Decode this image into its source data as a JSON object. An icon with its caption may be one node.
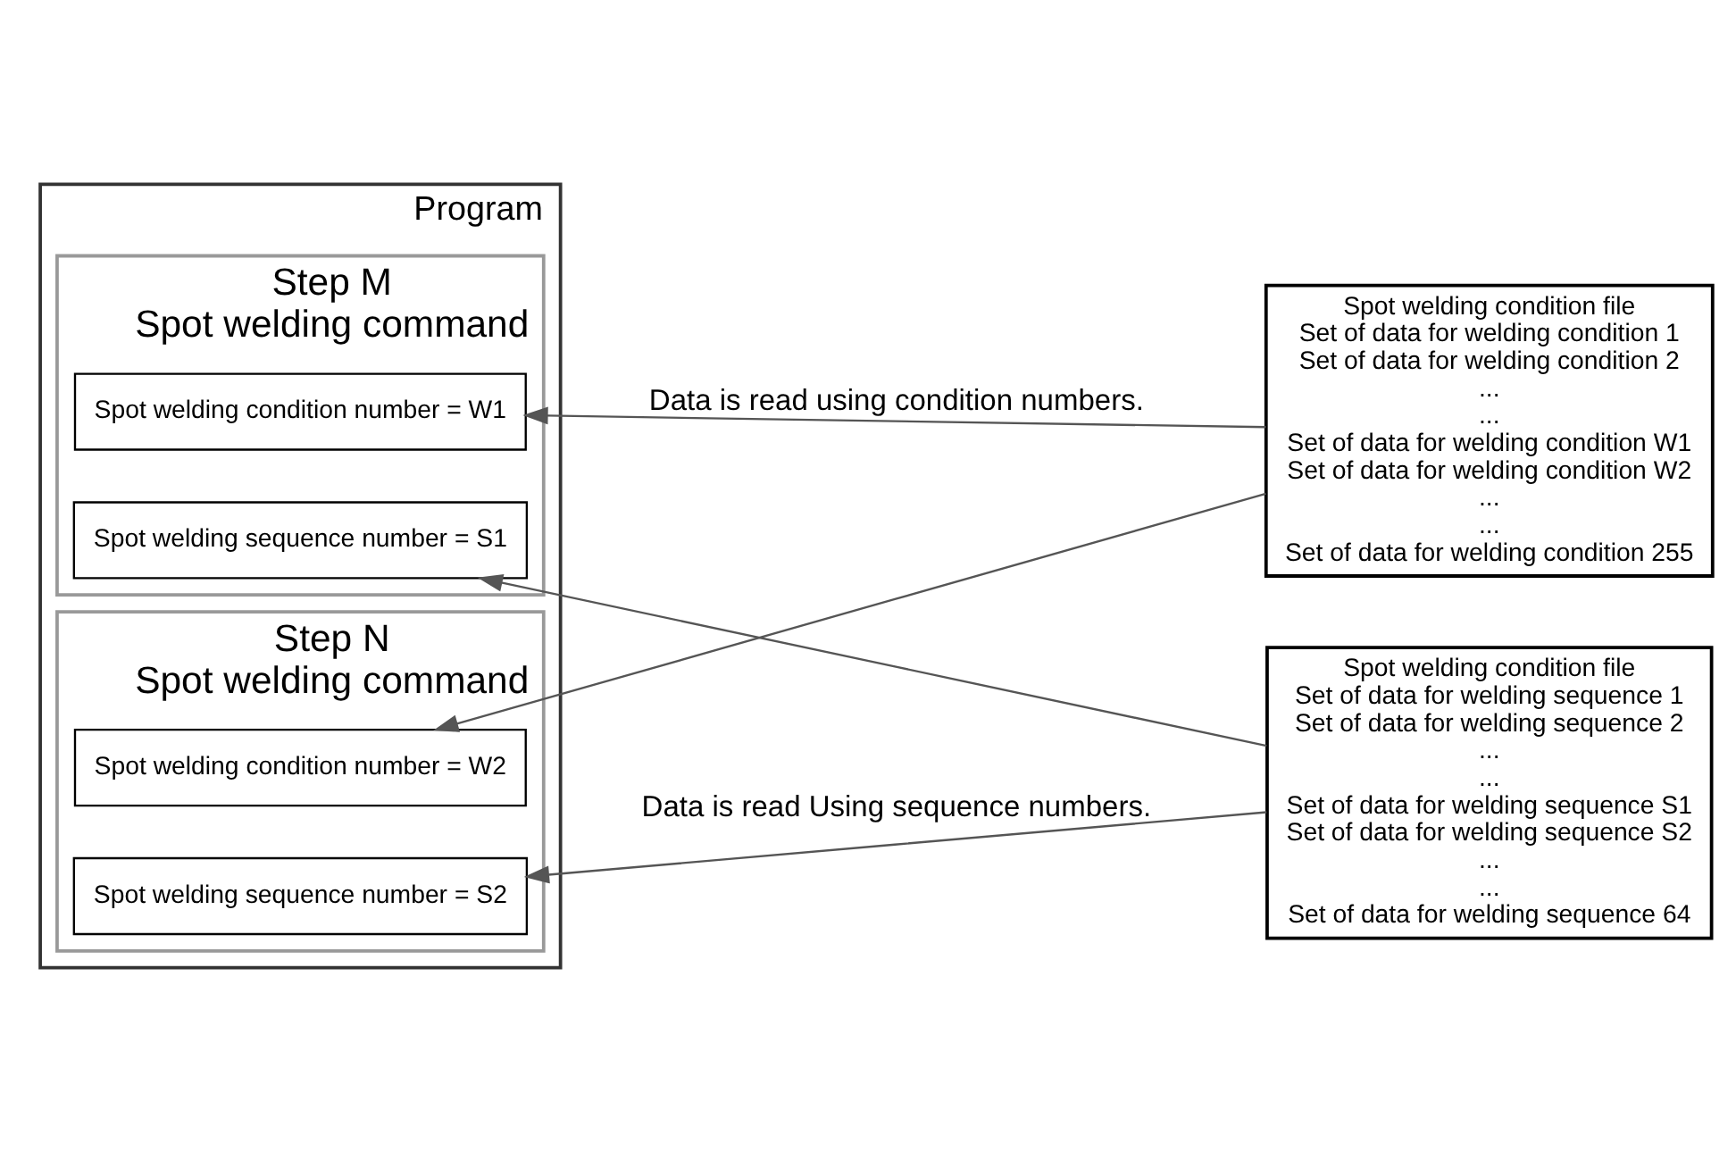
{
  "diagram": {
    "nodes": [
      {
        "text": [
          "Program"
        ]
      },
      {
        "text": [
          "Step M",
          "Spot welding command"
        ],
        "in": 0
      },
      {
        "text": [
          "Spot welding condition number = W1"
        ],
        "in": 1
      },
      {
        "text": [
          "Spot welding sequence number = S1"
        ],
        "in": 1
      },
      {
        "text": [
          "Step N",
          "Spot welding command"
        ],
        "in": 0
      },
      {
        "text": [
          "Spot welding condition number = W2"
        ],
        "in": 4
      },
      {
        "text": [
          "Spot welding sequence number = S2"
        ],
        "in": 4
      },
      {
        "text": [
          "Spot welding condition file",
          "Set of data for welding condition 1",
          "Set of data for welding condition 2",
          "...",
          "...",
          "Set of data for welding condition W1",
          "Set of data for welding condition W2",
          "...",
          "...",
          "Set of data for welding condition 255"
        ]
      },
      {
        "text": [
          "Spot welding condition file",
          "Set of data for welding sequence 1",
          "Set of data for welding sequence 2",
          "...",
          "...",
          "Set of data for welding sequence S1",
          "Set of data for welding sequence S2",
          "...",
          "...",
          "Set of data for welding sequence 64"
        ]
      }
    ],
    "edges": [
      {
        "from": 7,
        "to": 2,
        "arrow": "to",
        "label": "Data is read using condition numbers."
      },
      {
        "from": 7,
        "to": 5,
        "arrow": "to"
      },
      {
        "from": 8,
        "to": 3,
        "arrow": "to"
      },
      {
        "from": 8,
        "to": 6,
        "arrow": "to",
        "label": "Data is read Using sequence numbers."
      }
    ]
  }
}
